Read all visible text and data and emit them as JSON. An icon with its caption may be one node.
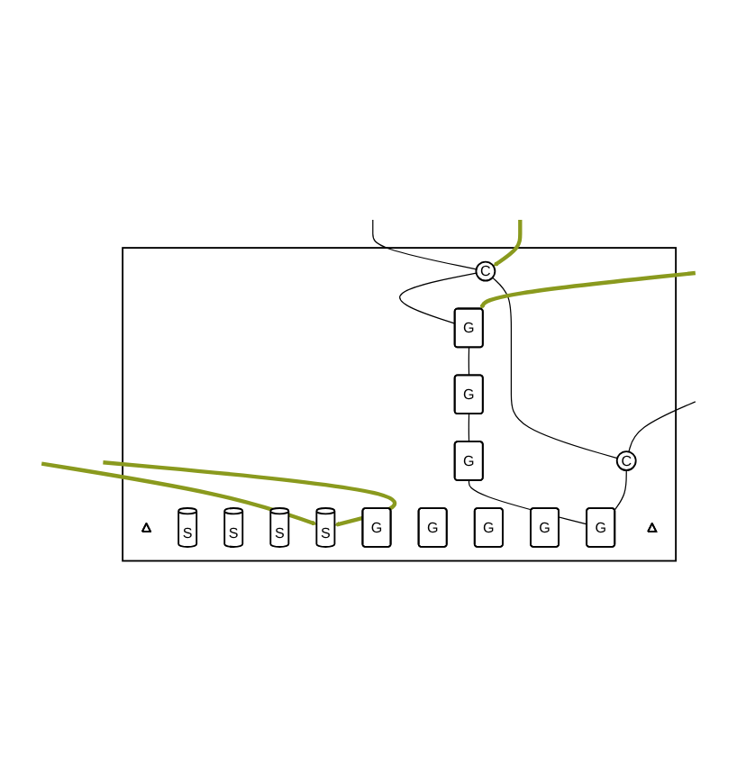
{
  "diagram": {
    "nodes": [
      {
        "text": [],
        "shape": "box"
      },
      {
        "text": [],
        "shape": "triangle",
        "in": 0
      },
      {
        "text": [
          "C"
        ],
        "in": 0
      },
      {
        "text": [
          "C"
        ],
        "in": 0
      },
      {
        "text": [
          "S"
        ],
        "in": 0
      },
      {
        "text": [
          "S"
        ],
        "in": 0
      },
      {
        "text": [
          "S"
        ],
        "in": 0
      },
      {
        "text": [
          "S"
        ],
        "in": 0
      },
      {
        "text": [
          "G"
        ],
        "in": 0
      },
      {
        "text": [
          "G"
        ],
        "in": 0
      },
      {
        "text": [
          "G"
        ],
        "in": 0
      },
      {
        "text": [
          "G"
        ],
        "in": 0
      },
      {
        "text": [
          "G"
        ],
        "in": 0
      },
      {
        "text": [
          "G"
        ],
        "in": 0
      },
      {
        "text": [
          "G"
        ],
        "in": 0
      },
      {
        "text": [
          "G"
        ],
        "in": 0
      },
      {
        "text": [],
        "shape": "triangle",
        "in": 0
      }
    ],
    "edges": [
      {
        "from": 2,
        "to": 3,
        "arrow": "none"
      },
      {
        "from": 2,
        "to": 9,
        "arrow": "none"
      },
      {
        "from": 9,
        "to": 11,
        "arrow": "none"
      },
      {
        "from": 11,
        "to": 13,
        "arrow": "none"
      },
      {
        "from": 13,
        "to": 15,
        "arrow": "none"
      },
      {
        "from": 3,
        "to": 15,
        "arrow": "none"
      },
      {
        "from": null,
        "to": 2,
        "arrow": "none"
      },
      {
        "from": null,
        "to": 3,
        "arrow": "none"
      },
      {
        "from": null,
        "to": 2,
        "arrow": "to",
        "style": "thick",
        "color": "#8a9a1e"
      },
      {
        "from": null,
        "to": 7,
        "arrow": "to",
        "style": "thick",
        "color": "#8a9a1e"
      },
      {
        "from": null,
        "to": 7,
        "arrow": "to",
        "style": "thick",
        "color": "#8a9a1e"
      },
      {
        "from": null,
        "to": 9,
        "arrow": "to",
        "style": "thick",
        "color": "#8a9a1e"
      }
    ]
  }
}
